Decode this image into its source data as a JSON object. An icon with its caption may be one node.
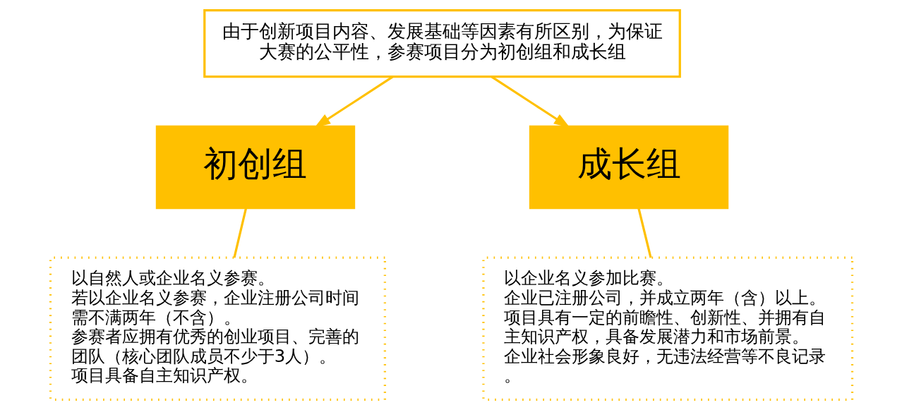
{
  "diagram": {
    "nodes": [
      {
        "text": [
          "由于创新项目内容、发展基础等因素有所区别，为保证大赛的公平性，参赛项目分为初创组和成长组"
        ]
      },
      {
        "text": [
          "初创组"
        ]
      },
      {
        "text": [
          "以自然人或企业名义参赛。",
          "若以企业名义参赛，企业注册公司时间需不满两年（不含）。",
          "参赛者应拥有优秀的创业项目、完善的团队（核心团队成员不少于3人）。",
          "项目具备自主知识产权。"
        ]
      },
      {
        "text": [
          "成长组"
        ]
      },
      {
        "text": [
          "以企业名义参加比赛。",
          "企业已注册公司，并成立两年（含）以上。",
          "项目具有一定的前瞻性、创新性、并拥有自主知识产权，具备发展潜力和市场前景。",
          "企业社会形象良好，无违法经营等不良记录。"
        ]
      }
    ],
    "edges": [
      {
        "from": 0,
        "to": 1,
        "arrow": "to"
      },
      {
        "from": 0,
        "to": 3,
        "arrow": "to"
      },
      {
        "from": 1,
        "to": 2,
        "arrow": "none"
      },
      {
        "from": 3,
        "to": 4,
        "arrow": "none"
      }
    ]
  }
}
